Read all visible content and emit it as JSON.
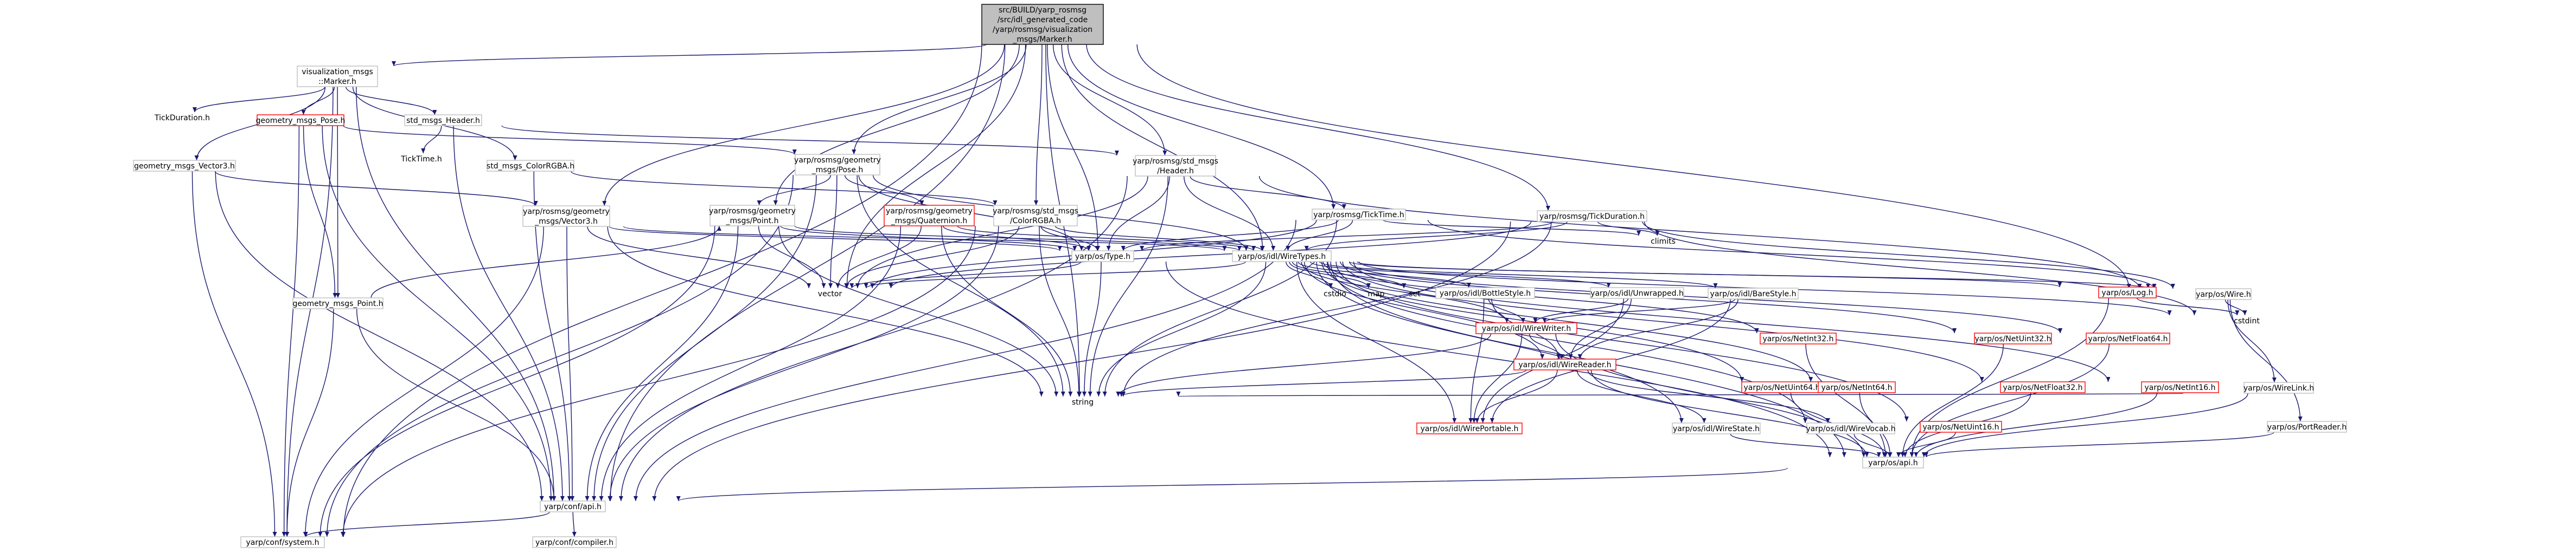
{
  "graph": {
    "title": "",
    "colors": {
      "root_fill": "#bfbfbf",
      "node_border": "#bfbfbf",
      "missing_border": "#ff0000",
      "edge": "#191970"
    },
    "nodes": [
      {
        "id": "root",
        "lines": [
          "src/BUILD/yarp_rosmsg",
          "/src/idl_generated_code",
          "/yarp/rosmsg/visualization",
          "_msgs/Marker.h"
        ],
        "kind": "root"
      },
      {
        "id": "vm_marker",
        "lines": [
          "visualization_msgs",
          "::Marker.h"
        ],
        "kind": "box"
      },
      {
        "id": "tickduration",
        "lines": [
          "TickDuration.h"
        ],
        "kind": "plain"
      },
      {
        "id": "gm_pose",
        "lines": [
          "geometry_msgs_Pose.h"
        ],
        "kind": "red"
      },
      {
        "id": "sm_header",
        "lines": [
          "std_msgs_Header.h"
        ],
        "kind": "box"
      },
      {
        "id": "ticktime",
        "lines": [
          "TickTime.h"
        ],
        "kind": "plain"
      },
      {
        "id": "gm_vector3",
        "lines": [
          "geometry_msgs_Vector3.h"
        ],
        "kind": "box"
      },
      {
        "id": "sm_colorrgba",
        "lines": [
          "std_msgs_ColorRGBA.h"
        ],
        "kind": "box"
      },
      {
        "id": "gm_point",
        "lines": [
          "geometry_msgs_Point.h"
        ],
        "kind": "box"
      },
      {
        "id": "rg_pose",
        "lines": [
          "yarp/rosmsg/geometry",
          "_msgs/Pose.h"
        ],
        "kind": "box"
      },
      {
        "id": "rs_header",
        "lines": [
          "yarp/rosmsg/std_msgs",
          "/Header.h"
        ],
        "kind": "box"
      },
      {
        "id": "rg_vector3",
        "lines": [
          "yarp/rosmsg/geometry",
          "_msgs/Vector3.h"
        ],
        "kind": "box"
      },
      {
        "id": "rg_point",
        "lines": [
          "yarp/rosmsg/geometry",
          "_msgs/Point.h"
        ],
        "kind": "box"
      },
      {
        "id": "rg_quat",
        "lines": [
          "yarp/rosmsg/geometry",
          "_msgs/Quaternion.h"
        ],
        "kind": "red"
      },
      {
        "id": "rs_color",
        "lines": [
          "yarp/rosmsg/std_msgs",
          "/ColorRGBA.h"
        ],
        "kind": "box"
      },
      {
        "id": "r_ticktime",
        "lines": [
          "yarp/rosmsg/TickTime.h"
        ],
        "kind": "box"
      },
      {
        "id": "r_tickdur",
        "lines": [
          "yarp/rosmsg/TickDuration.h"
        ],
        "kind": "box"
      },
      {
        "id": "climits",
        "lines": [
          "climits"
        ],
        "kind": "plain"
      },
      {
        "id": "type",
        "lines": [
          "yarp/os/Type.h"
        ],
        "kind": "box"
      },
      {
        "id": "wiretypes",
        "lines": [
          "yarp/os/idl/WireTypes.h"
        ],
        "kind": "box"
      },
      {
        "id": "vector",
        "lines": [
          "vector"
        ],
        "kind": "plain"
      },
      {
        "id": "cstdio",
        "lines": [
          "cstdio"
        ],
        "kind": "plain"
      },
      {
        "id": "map",
        "lines": [
          "map"
        ],
        "kind": "plain"
      },
      {
        "id": "set",
        "lines": [
          "set"
        ],
        "kind": "plain"
      },
      {
        "id": "bottlestyle",
        "lines": [
          "yarp/os/idl/BottleStyle.h"
        ],
        "kind": "box"
      },
      {
        "id": "unwrapped",
        "lines": [
          "yarp/os/idl/Unwrapped.h"
        ],
        "kind": "box"
      },
      {
        "id": "barestyle",
        "lines": [
          "yarp/os/idl/BareStyle.h"
        ],
        "kind": "box"
      },
      {
        "id": "log",
        "lines": [
          "yarp/os/Log.h"
        ],
        "kind": "red"
      },
      {
        "id": "wire",
        "lines": [
          "yarp/os/Wire.h"
        ],
        "kind": "box"
      },
      {
        "id": "cstdint",
        "lines": [
          "cstdint"
        ],
        "kind": "plain"
      },
      {
        "id": "wirewriter",
        "lines": [
          "yarp/os/idl/WireWriter.h"
        ],
        "kind": "red"
      },
      {
        "id": "wirereader",
        "lines": [
          "yarp/os/idl/WireReader.h"
        ],
        "kind": "red"
      },
      {
        "id": "netint32",
        "lines": [
          "yarp/os/NetInt32.h"
        ],
        "kind": "red"
      },
      {
        "id": "netuint32",
        "lines": [
          "yarp/os/NetUint32.h"
        ],
        "kind": "red"
      },
      {
        "id": "netfloat64",
        "lines": [
          "yarp/os/NetFloat64.h"
        ],
        "kind": "red"
      },
      {
        "id": "netuint64",
        "lines": [
          "yarp/os/NetUint64.h"
        ],
        "kind": "red"
      },
      {
        "id": "netint64",
        "lines": [
          "yarp/os/NetInt64.h"
        ],
        "kind": "red"
      },
      {
        "id": "netfloat32",
        "lines": [
          "yarp/os/NetFloat32.h"
        ],
        "kind": "red"
      },
      {
        "id": "netint16",
        "lines": [
          "yarp/os/NetInt16.h"
        ],
        "kind": "red"
      },
      {
        "id": "netuint16",
        "lines": [
          "yarp/os/NetUint16.h"
        ],
        "kind": "red"
      },
      {
        "id": "wirelink",
        "lines": [
          "yarp/os/WireLink.h"
        ],
        "kind": "box"
      },
      {
        "id": "portreader",
        "lines": [
          "yarp/os/PortReader.h"
        ],
        "kind": "box"
      },
      {
        "id": "string",
        "lines": [
          "string"
        ],
        "kind": "plain"
      },
      {
        "id": "wireportable",
        "lines": [
          "yarp/os/idl/WirePortable.h"
        ],
        "kind": "red"
      },
      {
        "id": "wirestate",
        "lines": [
          "yarp/os/idl/WireState.h"
        ],
        "kind": "box"
      },
      {
        "id": "wirevocab",
        "lines": [
          "yarp/os/idl/WireVocab.h"
        ],
        "kind": "box"
      },
      {
        "id": "api",
        "lines": [
          "yarp/os/api.h"
        ],
        "kind": "box"
      },
      {
        "id": "confapi",
        "lines": [
          "yarp/conf/api.h"
        ],
        "kind": "box"
      },
      {
        "id": "confsystem",
        "lines": [
          "yarp/conf/system.h"
        ],
        "kind": "box"
      },
      {
        "id": "confcompiler",
        "lines": [
          "yarp/conf/compiler.h"
        ],
        "kind": "box"
      }
    ]
  }
}
